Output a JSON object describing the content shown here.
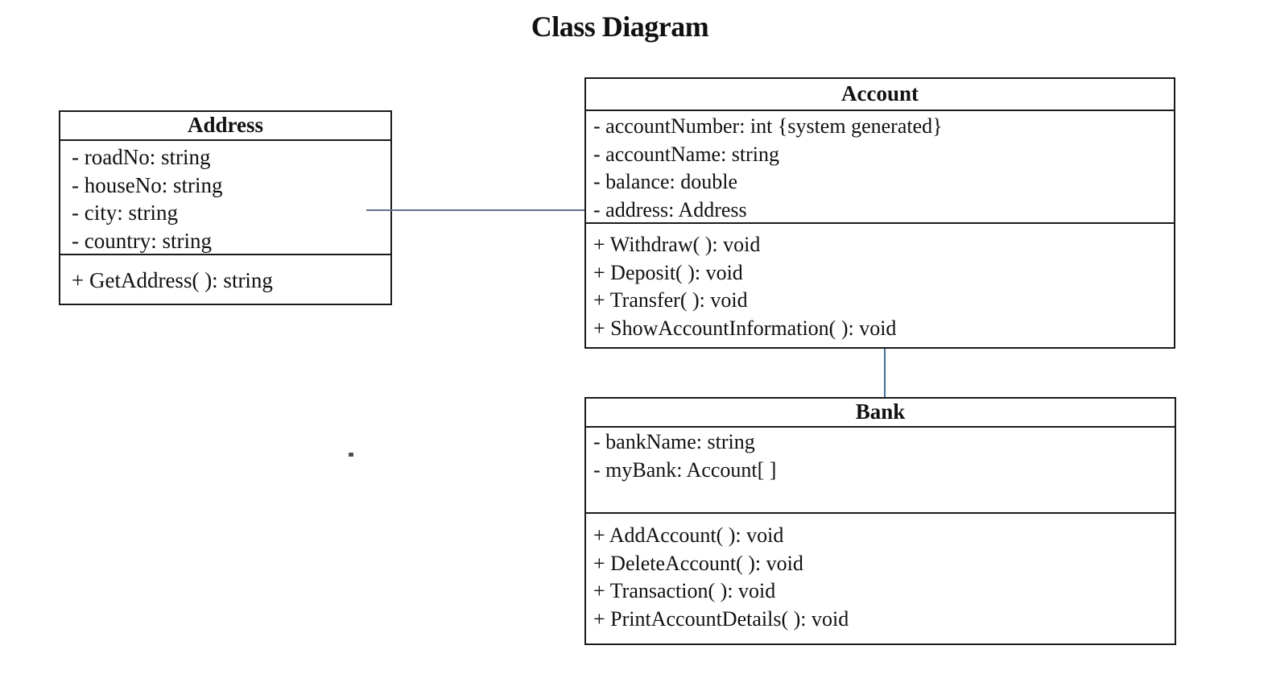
{
  "title": "Class Diagram",
  "colors": {
    "background": "#ffffff",
    "box_border": "#1a1a1a",
    "association_address_account": "#5f7389",
    "association_account_bank": "#41719c"
  },
  "classes": {
    "address": {
      "name": "Address",
      "attributes": [
        "- roadNo: string",
        "- houseNo: string",
        "- city: string",
        "- country: string"
      ],
      "methods": [
        "+ GetAddress( ): string"
      ]
    },
    "account": {
      "name": "Account",
      "attributes": [
        "- accountNumber: int {system generated}",
        "- accountName: string",
        "- balance: double",
        "- address: Address"
      ],
      "methods": [
        "+ Withdraw( ): void",
        "+ Deposit( ): void",
        "+ Transfer( ): void",
        "+ ShowAccountInformation( ): void"
      ]
    },
    "bank": {
      "name": "Bank",
      "attributes": [
        "- bankName: string",
        "- myBank: Account[ ]"
      ],
      "methods": [
        "+ AddAccount( ): void",
        "+ DeleteAccount( ): void",
        "+ Transaction( ): void",
        "+ PrintAccountDetails( ): void"
      ]
    }
  },
  "relationships": [
    {
      "from": "Address",
      "to": "Account",
      "type": "association",
      "orientation": "horizontal"
    },
    {
      "from": "Account",
      "to": "Bank",
      "type": "association",
      "orientation": "vertical"
    }
  ]
}
